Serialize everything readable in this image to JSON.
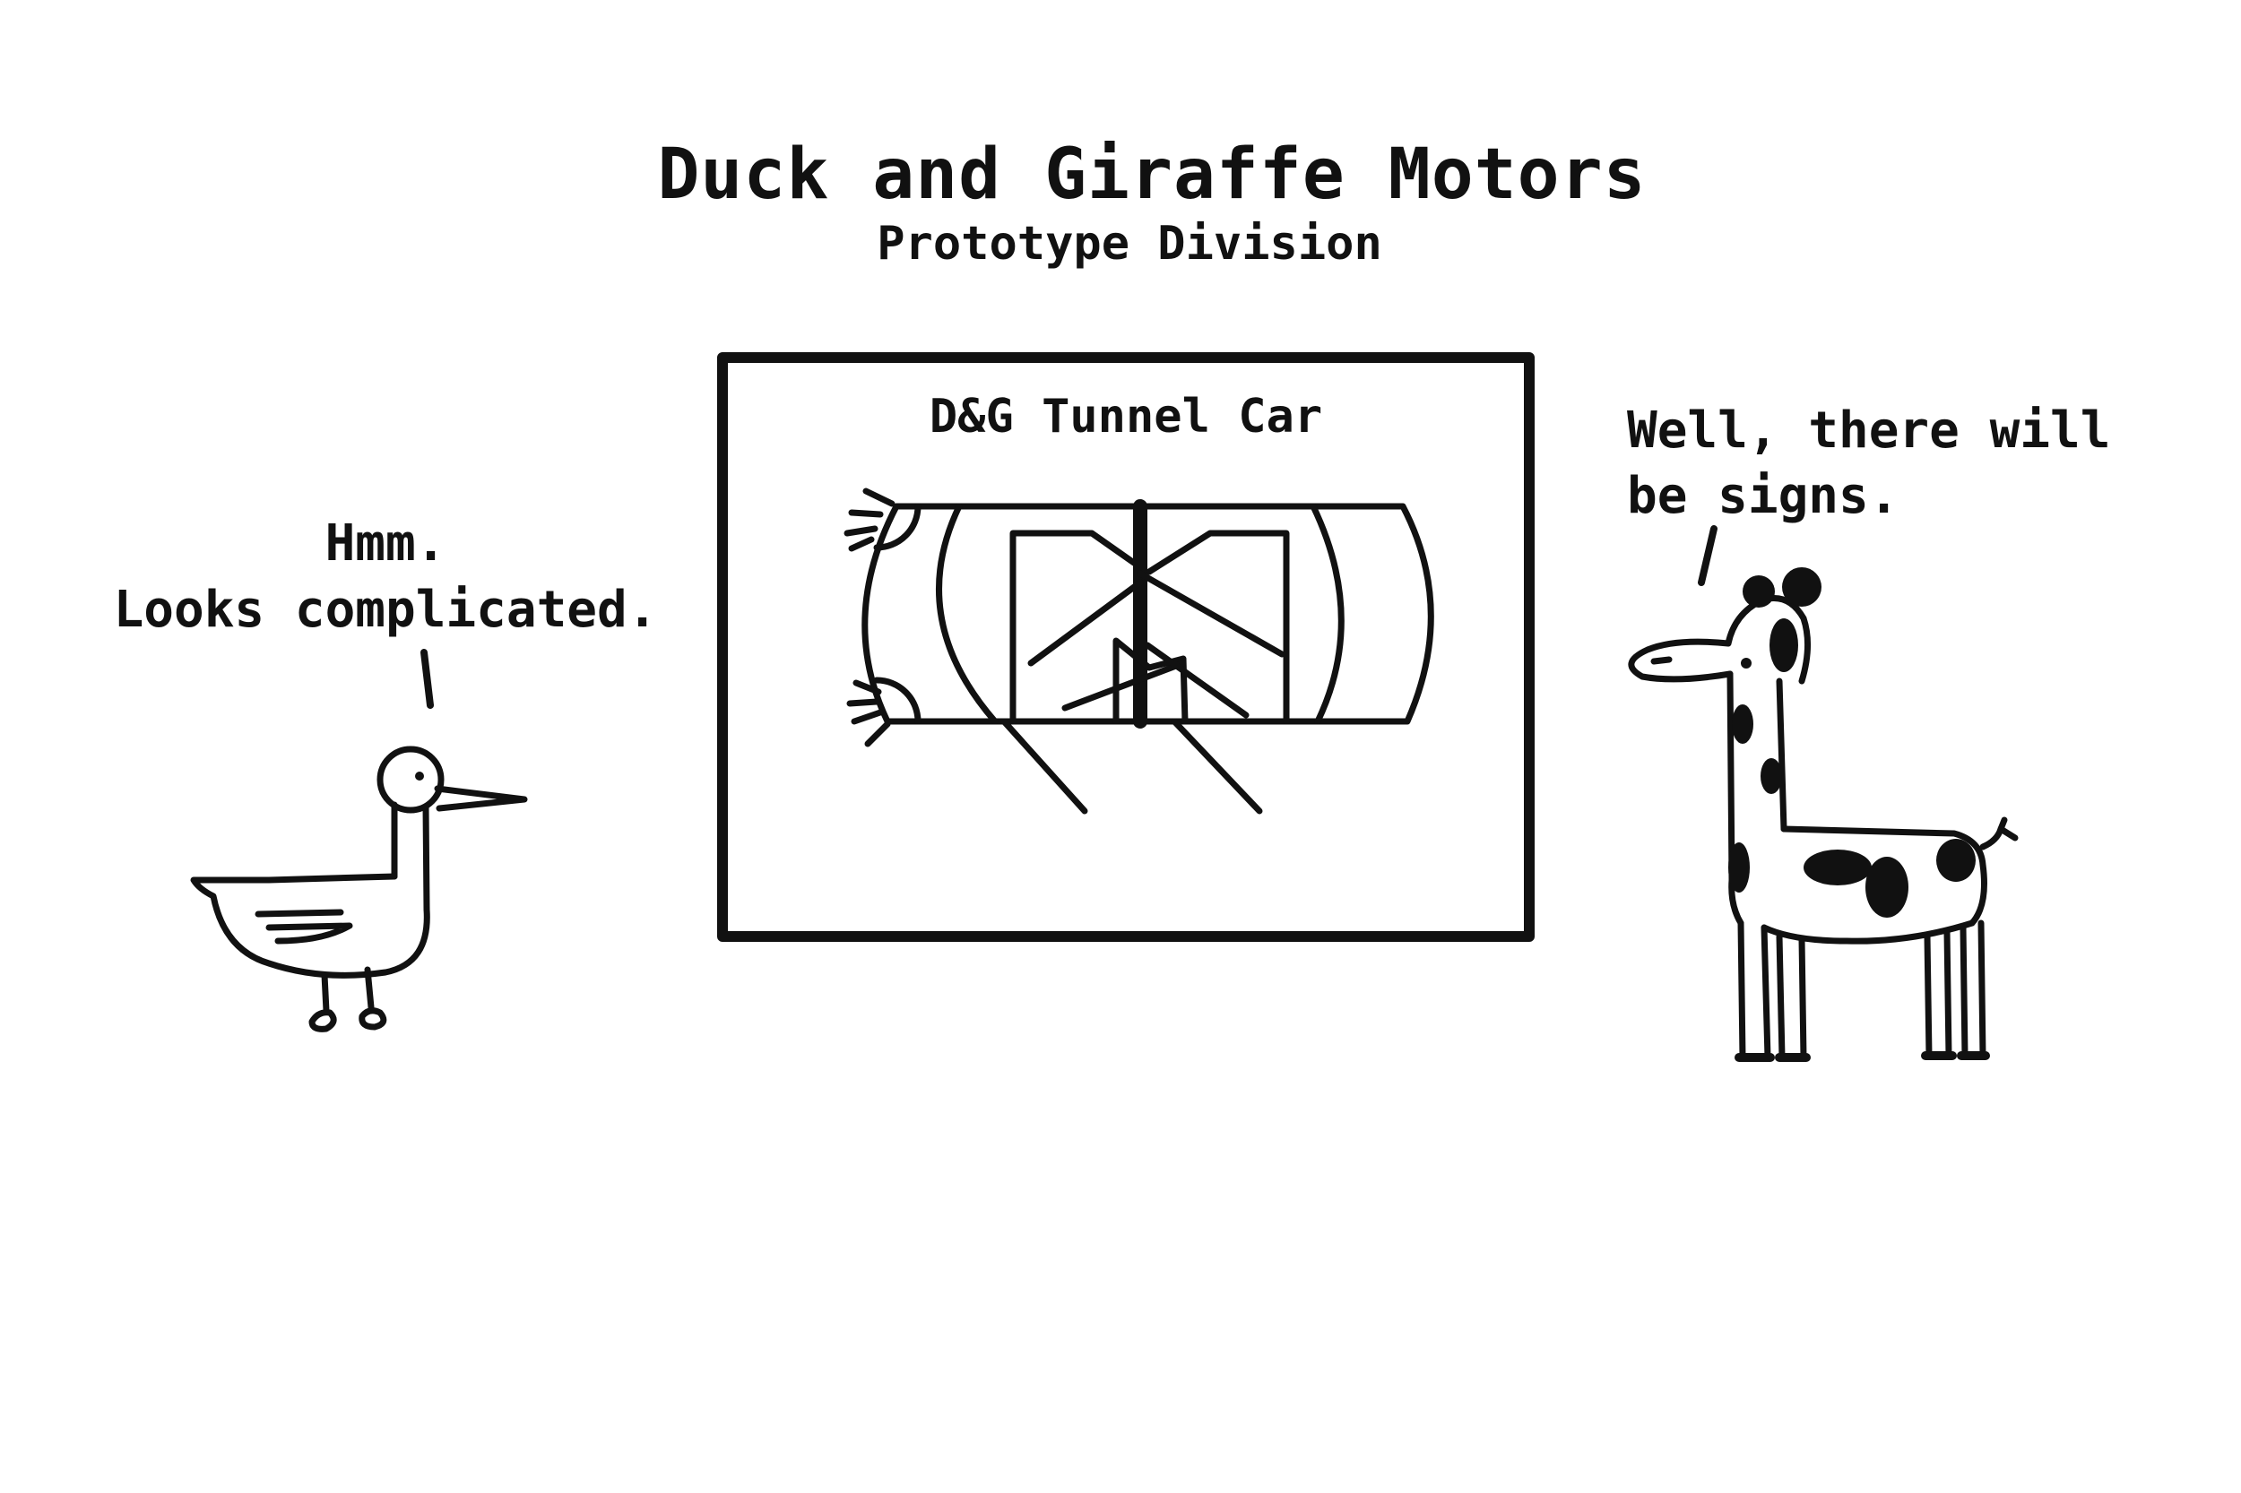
{
  "header": {
    "title": "Duck and Giraffe Motors",
    "subtitle": "Prototype Division"
  },
  "board": {
    "title": "D&G Tunnel Car"
  },
  "duck": {
    "speech": [
      "Hmm.",
      "Looks complicated."
    ]
  },
  "giraffe": {
    "speech": [
      "Well, there will",
      "be signs."
    ]
  },
  "colors": {
    "ink": "#111111",
    "background": "#ffffff"
  }
}
